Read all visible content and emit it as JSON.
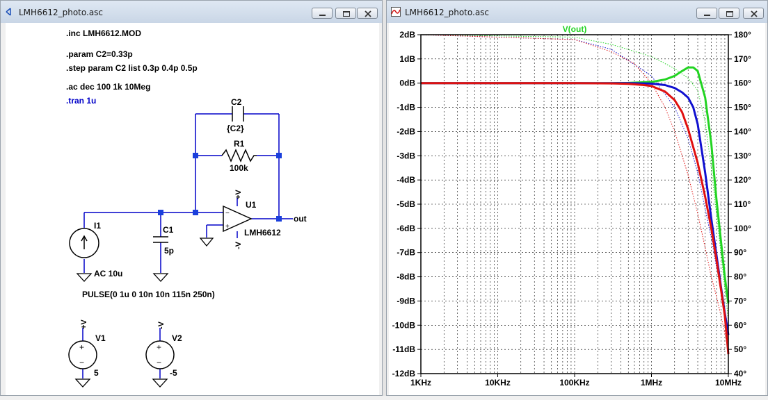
{
  "left_window": {
    "title": "LMH6612_photo.asc",
    "directives": {
      "inc": ".inc LMH6612.MOD",
      "param": ".param C2=0.33p",
      "step": ".step param C2 list 0.3p 0.4p 0.5p",
      "ac": ".ac dec 100 1k 10Meg",
      "tran": ".tran 1u"
    },
    "components": {
      "c2_name": "C2",
      "c2_value": "{C2}",
      "r1_name": "R1",
      "r1_value": "100k",
      "u1_name": "U1",
      "u1_model": "LMH6612",
      "opamp_vpos": "+V",
      "opamp_vneg": "-V",
      "out_label": "out",
      "i1_name": "I1",
      "i1_ac": "AC 10u",
      "i1_pulse": "PULSE(0 1u 0 10n 10n 115n 250n)",
      "c1_name": "C1",
      "c1_value": "5p",
      "v1_name": "V1",
      "v1_value": "5",
      "v1_net": "+V",
      "v2_name": "V2",
      "v2_value": "-5",
      "v2_net": "-V",
      "src_plus": "+",
      "src_minus": "−"
    }
  },
  "right_window": {
    "title": "LMH6612_photo.asc"
  },
  "colors": {
    "net_blue": "#0000c8",
    "junction_blue": "#1a3fdc",
    "trace_green": "#22d422",
    "trace_blue": "#1010d0",
    "trace_red": "#e01010",
    "plot_border": "#000000"
  },
  "chart_data": {
    "type": "line",
    "title": "V(out)",
    "x_scale": "log",
    "xlim": [
      1000,
      10000000
    ],
    "x_ticks": [
      "1KHz",
      "10KHz",
      "100KHz",
      "1MHz",
      "10MHz"
    ],
    "ylim_left": [
      -12,
      2
    ],
    "y_ticks_left": [
      "2dB",
      "1dB",
      "0dB",
      "-1dB",
      "-2dB",
      "-3dB",
      "-4dB",
      "-5dB",
      "-6dB",
      "-7dB",
      "-8dB",
      "-9dB",
      "-10dB",
      "-11dB",
      "-12dB"
    ],
    "ylim_right": [
      40,
      180
    ],
    "y_ticks_right": [
      "180°",
      "170°",
      "160°",
      "150°",
      "140°",
      "130°",
      "120°",
      "110°",
      "100°",
      "90°",
      "80°",
      "70°",
      "60°",
      "50°",
      "40°"
    ],
    "grid": true,
    "series": [
      {
        "color": "#22d422",
        "axis": "magnitude",
        "freq": [
          1000,
          100000,
          300000,
          500000,
          1000000,
          1500000,
          2000000,
          2500000,
          3000000,
          3500000,
          4000000,
          5000000,
          6000000,
          7000000,
          8000000,
          9000000,
          10000000
        ],
        "db": [
          0,
          0,
          0,
          0.01,
          0.05,
          0.15,
          0.3,
          0.5,
          0.65,
          0.65,
          0.5,
          -0.6,
          -2.5,
          -4.8,
          -6.5,
          -8,
          -9.1
        ]
      },
      {
        "color": "#1010d0",
        "axis": "magnitude",
        "freq": [
          1000,
          100000,
          300000,
          500000,
          1000000,
          1500000,
          2000000,
          2500000,
          3000000,
          3500000,
          4000000,
          5000000,
          6000000,
          7000000,
          8000000,
          9000000,
          10000000
        ],
        "db": [
          0,
          0,
          0,
          0,
          -0.02,
          -0.08,
          -0.2,
          -0.38,
          -0.6,
          -1,
          -1.7,
          -3.7,
          -5.6,
          -7.1,
          -8.4,
          -9.5,
          -10.4
        ]
      },
      {
        "color": "#e01010",
        "axis": "magnitude",
        "freq": [
          1000,
          100000,
          300000,
          500000,
          800000,
          1000000,
          1500000,
          2000000,
          2500000,
          3000000,
          4000000,
          5000000,
          6000000,
          7000000,
          8000000,
          9000000,
          10000000
        ],
        "db": [
          0,
          0,
          -0.01,
          -0.03,
          -0.08,
          -0.12,
          -0.35,
          -0.7,
          -1.2,
          -1.9,
          -3.3,
          -4.7,
          -6,
          -7.3,
          -8.5,
          -9.6,
          -11.2
        ]
      },
      {
        "color": "#22d422",
        "axis": "phase",
        "style": "dotted",
        "freq": [
          1000,
          100000,
          300000,
          1000000,
          2000000,
          3000000,
          4000000,
          5000000,
          6000000,
          7000000,
          8000000,
          10000000
        ],
        "deg": [
          180,
          179,
          176,
          171,
          166,
          162,
          157,
          144,
          125,
          106,
          90,
          62
        ]
      },
      {
        "color": "#1010d0",
        "axis": "phase",
        "style": "dotted",
        "freq": [
          1000,
          100000,
          300000,
          1000000,
          2000000,
          3000000,
          4000000,
          5000000,
          6000000,
          7000000,
          8000000,
          10000000
        ],
        "deg": [
          180,
          178,
          174,
          163,
          150,
          137,
          123,
          108,
          96,
          84,
          76,
          58
        ]
      },
      {
        "color": "#e01010",
        "axis": "phase",
        "style": "dotted",
        "freq": [
          1000,
          100000,
          300000,
          600000,
          1000000,
          1500000,
          2000000,
          3000000,
          4000000,
          5000000,
          6000000,
          7000000,
          8000000,
          10000000
        ],
        "deg": [
          180,
          178,
          173,
          168,
          160,
          150,
          140,
          122,
          106,
          92,
          80,
          72,
          64,
          50
        ]
      }
    ]
  }
}
